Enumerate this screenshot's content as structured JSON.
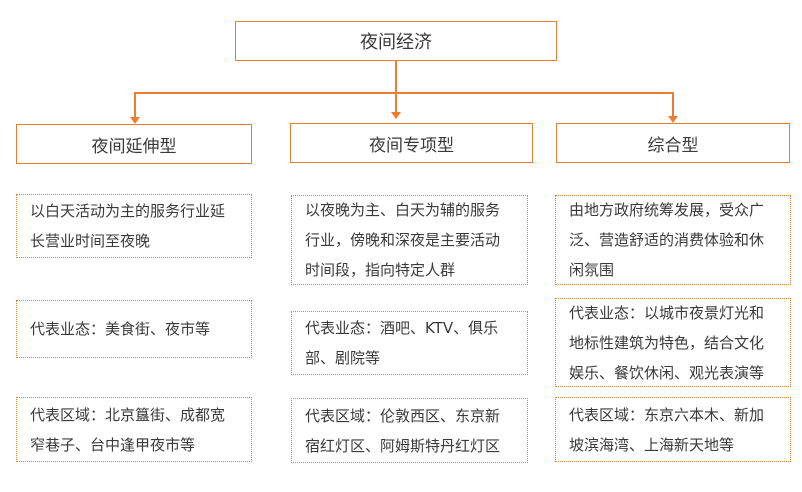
{
  "root_label": "夜间经济",
  "branches": [
    {
      "title": "夜间延伸型",
      "description": "以白天活动为主的服务行业延长营业时间至夜晚",
      "business": "代表业态：美食街、夜市等",
      "region": "代表区域：北京簋街、成都宽窄巷子、台中逢甲夜市等"
    },
    {
      "title": "夜间专项型",
      "description": "以夜晚为主、白天为辅的服务行业，傍晚和深夜是主要活动时间段，指向特定人群",
      "business": "代表业态：酒吧、KTV、俱乐部、剧院等",
      "region": "代表区域：伦敦西区、东京新宿红灯区、阿姆斯特丹红灯区"
    },
    {
      "title": "综合型",
      "description": "由地方政府统筹发展，受众广泛、营造舒适的消费体验和休闲氛围",
      "business": "代表业态：以城市夜景灯光和地标性建筑为特色，结合文化娱乐、餐饮休闲、观光表演等",
      "region": "代表区域：东京六本木、新加坡滨海湾、上海新天地等"
    }
  ],
  "colors": {
    "accent": "#ED7D31",
    "text": "#3A3A3A",
    "background": "#FFFFFF"
  }
}
